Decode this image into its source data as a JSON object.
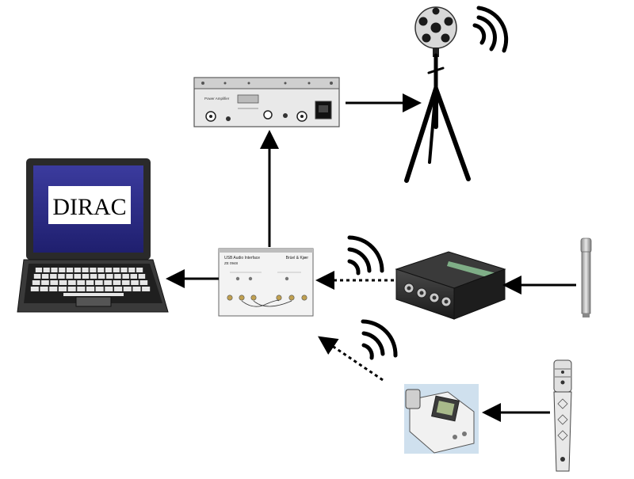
{
  "laptop": {
    "screen_label": "DIRAC"
  },
  "usb_interface": {
    "title": "USB Audio Interface",
    "model": "ZE 0948",
    "brand": "Brüel & Kjær"
  },
  "amplifier": {
    "name": "Power Amplifier"
  },
  "colors": {
    "line": "#000000",
    "device_gray": "#d4d4d4",
    "laptop_dark": "#2a2a2a",
    "screen_blue": "#2c2c8c",
    "transmitter_bg": "#cfe0ee"
  }
}
